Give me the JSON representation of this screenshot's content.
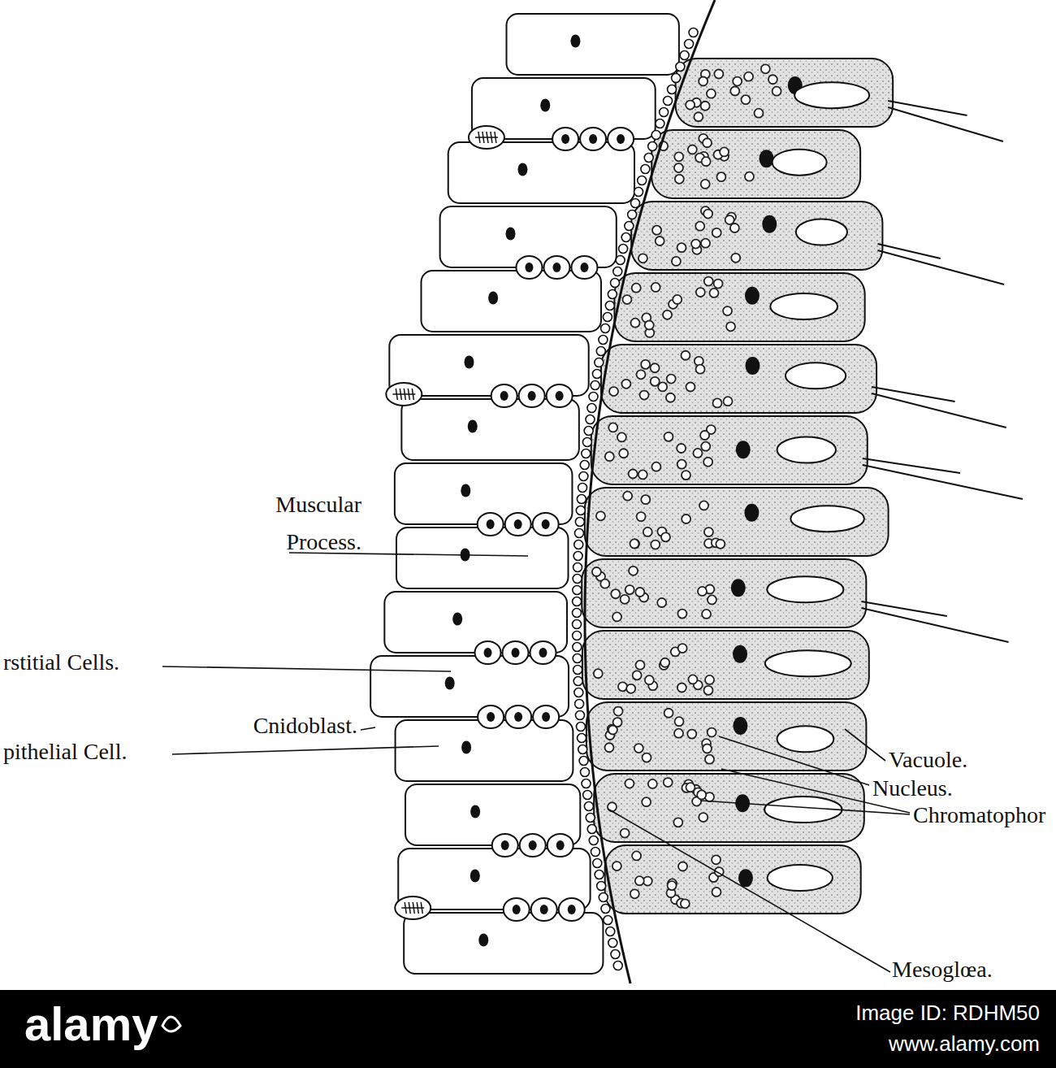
{
  "diagram": {
    "labels": [
      "Muscular Process.",
      "rstitial Cells.",
      "Cnidoblast.",
      "pithelial Cell.",
      "Vacuole.",
      "Nucleus.",
      "Chromatophor",
      "Mesoglœa.",
      "alamy",
      "Image ID: RDHM50",
      "www.alamy.com"
    ]
  }
}
